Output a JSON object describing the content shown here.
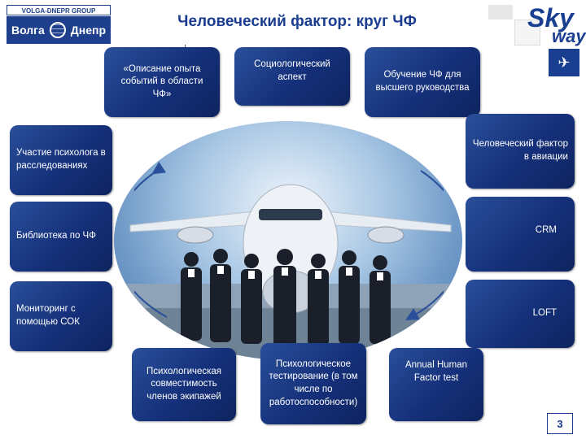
{
  "header": {
    "title": "Человеческий фактор: круг ЧФ",
    "logo_left": {
      "top_text": "VOLGA-DNEPR GROUP",
      "name_left": "Волга",
      "name_right": "Днепр"
    },
    "logo_right": {
      "text_sky": "Sky",
      "text_way": "way"
    }
  },
  "boxes": {
    "top_1": "«Описание опыта событий в области ЧФ»",
    "top_2": "Социологический аспект",
    "top_3": "Обучение ЧФ для высшего руководства",
    "left_1": "Участие психолога в расследованиях",
    "left_2": "Библиотека по ЧФ",
    "left_3": "Мониторинг с помощью СОК",
    "right_1": "Человеческий фактор в авиации",
    "right_2": "CRM",
    "right_3": "LOFT",
    "bottom_1": "Психологическая совместимость членов экипажей",
    "bottom_2": "Психологическое тестирование (в том числе по работоспособности)",
    "bottom_3": "Annual Human Factor test"
  },
  "photo": {
    "subject": "aircraft-and-crew-photo"
  },
  "page_number": "3",
  "colors": {
    "box_bg": "#15307a",
    "title": "#1a3d8f",
    "arc": "#2a4f9a"
  }
}
